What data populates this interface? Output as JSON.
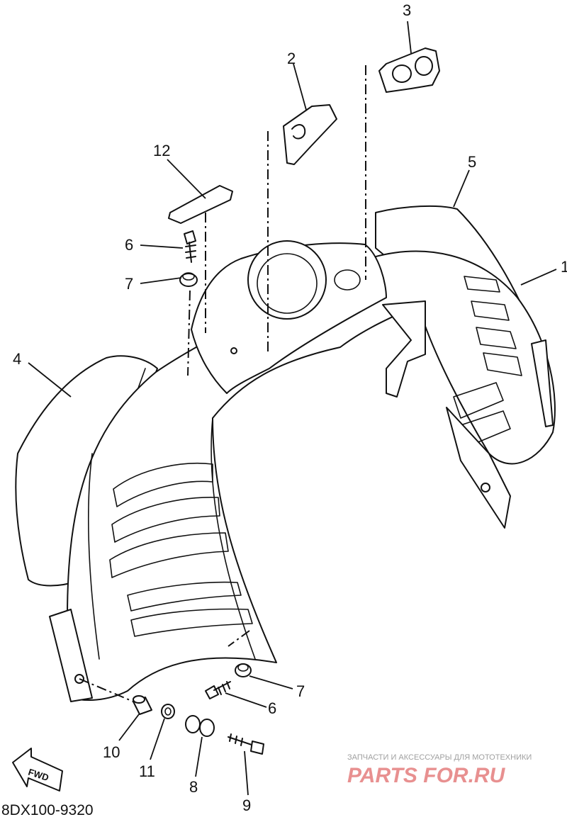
{
  "diagram": {
    "drawing_code": "8DX100-9320",
    "direction_arrow": "FWD",
    "callouts": {
      "c1": "1",
      "c2": "2",
      "c3": "3",
      "c4": "4",
      "c5": "5",
      "c6_top": "6",
      "c7_top": "7",
      "c6_bottom": "6",
      "c7_bottom": "7",
      "c8": "8",
      "c9": "9",
      "c10": "10",
      "c11": "11",
      "c12": "12"
    },
    "watermark": {
      "tagline": "ЗАПЧАСТИ И АКСЕССУАРЫ ДЛЯ МОТОТЕХНИКИ",
      "brand": "PARTS FOR.RU"
    }
  }
}
